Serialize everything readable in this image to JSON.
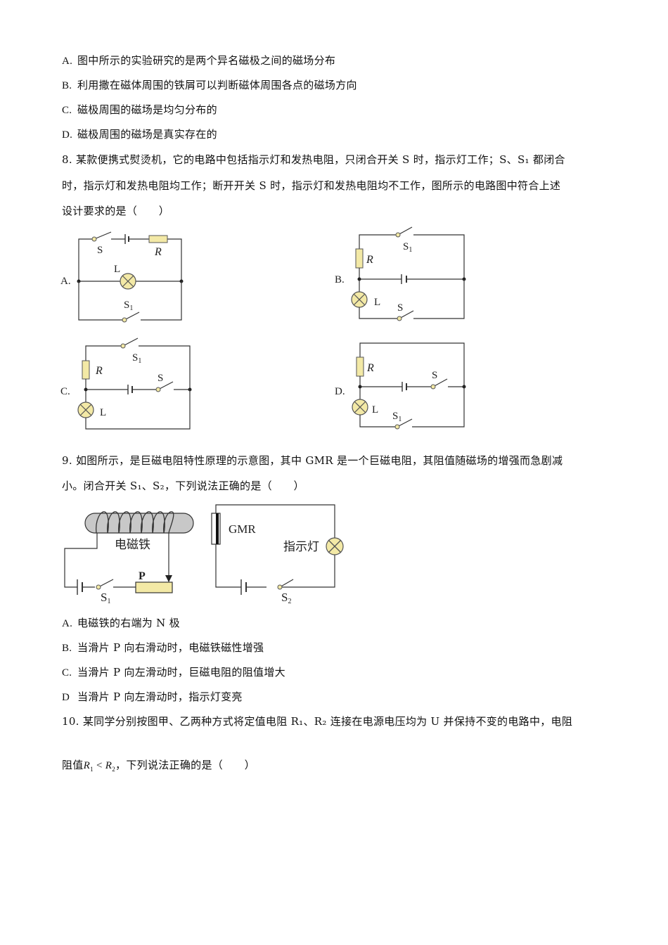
{
  "q7_options": [
    {
      "letter": "A.",
      "text": "图中所示的实验研究的是两个异名磁极之间的磁场分布"
    },
    {
      "letter": "B.",
      "text": "利用撒在磁体周围的铁屑可以判断磁体周围各点的磁场方向"
    },
    {
      "letter": "C.",
      "text": "磁极周围的磁场是均匀分布的"
    },
    {
      "letter": "D.",
      "text": "磁极周围的磁场是真实存在的"
    }
  ],
  "q8": {
    "lines": [
      "8. 某款便携式熨烫机，它的电路中包括指示灯和发热电阻，只闭合开关 S 时，指示灯工作；S、S₁ 都闭合",
      "时，指示灯和发热电阻均工作；断开开关 S 时，指示灯和发热电阻均不工作，图所示的电路图中符合上述",
      "设计要求的是（　　）"
    ],
    "circuits": [
      {
        "letter": "A.",
        "labels": {
          "switch_main": "S",
          "resistor": "R",
          "lamp": "L",
          "switch_1": "S",
          "switch_1_sub": "1"
        }
      },
      {
        "letter": "B.",
        "labels": {
          "switch_main": "S",
          "resistor": "R",
          "lamp": "L",
          "switch_1": "S",
          "switch_1_sub": "1"
        }
      },
      {
        "letter": "C.",
        "labels": {
          "switch_main": "S",
          "resistor": "R",
          "lamp": "L",
          "switch_1": "S",
          "switch_1_sub": "1"
        }
      },
      {
        "letter": "D.",
        "labels": {
          "switch_main": "S",
          "resistor": "R",
          "lamp": "L",
          "switch_1": "S",
          "switch_1_sub": "1"
        }
      }
    ]
  },
  "q9": {
    "lines": [
      "9. 如图所示，是巨磁电阻特性原理的示意图，其中 GMR 是一个巨磁电阻，其阻值随磁场的增强而急剧减",
      "小。闭合开关 S₁、S₂，下列说法正确的是（　　）"
    ],
    "figure": {
      "electromagnet_label": "电磁铁",
      "slider_label": "P",
      "switch1_label": "S",
      "switch1_sub": "1",
      "gmr_label": "GMR",
      "lamp_label": "指示灯",
      "switch2_label": "S",
      "switch2_sub": "2"
    },
    "options": [
      {
        "letter": "A.",
        "text": "电磁铁的右端为 N 极"
      },
      {
        "letter": "B.",
        "text": "当滑片 P 向右滑动时，电磁铁磁性增强"
      },
      {
        "letter": "C.",
        "text": "当滑片 P 向左滑动时，巨磁电阻的阻值增大"
      },
      {
        "letter": "D",
        "text": "当滑片 P 向左滑动时，指示灯变亮"
      }
    ]
  },
  "q10": {
    "line1": "10. 某同学分别按图甲、乙两种方式将定值电阻 R₁、R₂ 连接在电源电压均为 U 并保持不变的电路中，电阻",
    "line2_prefix": "阻值",
    "line2_math_r1": "R",
    "line2_math_r1_sub": "1",
    "line2_math_op": " < ",
    "line2_math_r2": "R",
    "line2_math_r2_sub": "2",
    "line2_suffix": "，下列说法正确的是（　　）"
  }
}
